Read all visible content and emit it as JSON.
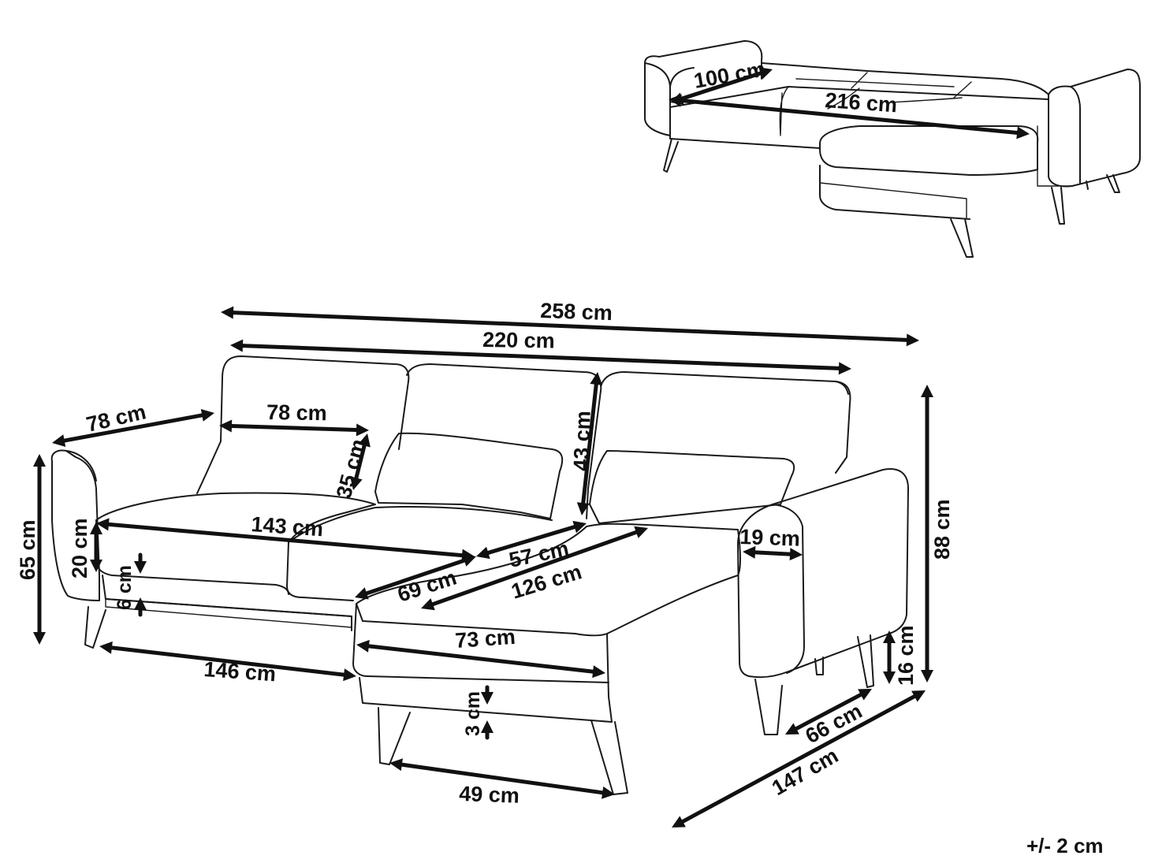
{
  "diagram": {
    "tolerance": "+/- 2 cm",
    "bed_view": {
      "depth": "100 cm",
      "length": "216 cm"
    },
    "main_view": {
      "total_width": "258 cm",
      "back_width": "220 cm",
      "armrest_depth": "78 cm",
      "seat_depth": "78 cm",
      "cushion_height": "35 cm",
      "back_height": "43 cm",
      "arm_height": "65 cm",
      "seat_thickness": "20 cm",
      "gap": "6 cm",
      "seat_width": "143 cm",
      "chaise_depth_top": "57 cm",
      "chaise_width_top": "69 cm",
      "chaise_length_top": "126 cm",
      "arm_width": "19 cm",
      "total_height": "88 cm",
      "chaise_width": "73 cm",
      "base_gap": "3 cm",
      "leg_height": "16 cm",
      "base_length": "146 cm",
      "leg_span": "49 cm",
      "chaise_leg_span": "66 cm",
      "total_depth": "147 cm"
    }
  }
}
